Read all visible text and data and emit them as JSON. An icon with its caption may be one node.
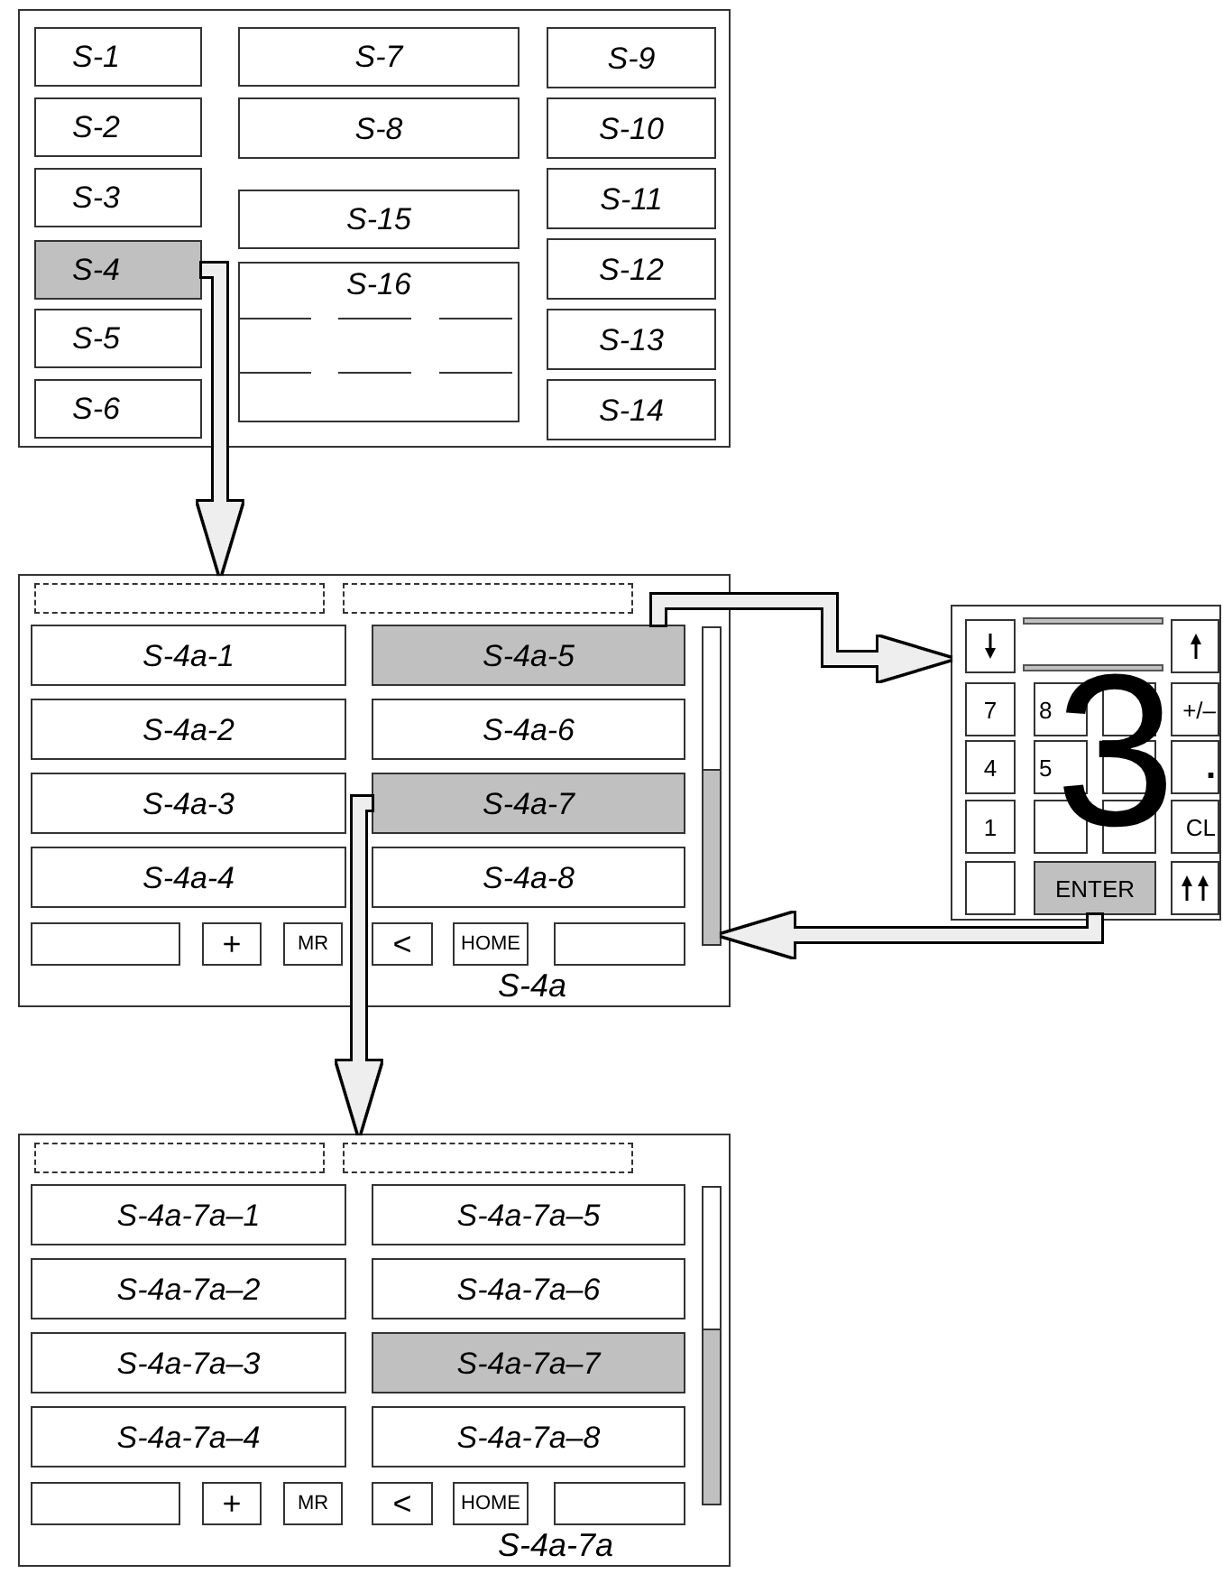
{
  "diagram": {
    "nodes": [
      {
        "text": [],
        "shape": "box"
      },
      {
        "text": [
          "S-1"
        ],
        "in": 0
      },
      {
        "text": [
          "S-2"
        ],
        "in": 0
      },
      {
        "text": [
          "S-3"
        ],
        "in": 0
      },
      {
        "text": [
          "S-4"
        ],
        "in": 0
      },
      {
        "text": [
          "S-5"
        ],
        "in": 0
      },
      {
        "text": [
          "S-6"
        ],
        "in": 0
      },
      {
        "text": [
          "S-7"
        ],
        "in": 0
      },
      {
        "text": [
          "S-8"
        ],
        "in": 0
      },
      {
        "text": [
          "S-15"
        ],
        "in": 0
      },
      {
        "text": [
          "S-16"
        ],
        "in": 0
      },
      {
        "text": [
          "S-9"
        ],
        "in": 0
      },
      {
        "text": [
          "S-10"
        ],
        "in": 0
      },
      {
        "text": [
          "S-11"
        ],
        "in": 0
      },
      {
        "text": [
          "S-12"
        ],
        "in": 0
      },
      {
        "text": [
          "S-13"
        ],
        "in": 0
      },
      {
        "text": [
          "S-14"
        ],
        "in": 0
      },
      {
        "text": [
          "S-4a"
        ]
      },
      {
        "text": [],
        "shape": "box",
        "in": 17
      },
      {
        "text": [],
        "shape": "box",
        "in": 17
      },
      {
        "text": [
          "S-4a-1"
        ],
        "in": 17
      },
      {
        "text": [
          "S-4a-2"
        ],
        "in": 17
      },
      {
        "text": [
          "S-4a-3"
        ],
        "in": 17
      },
      {
        "text": [
          "S-4a-4"
        ],
        "in": 17
      },
      {
        "text": [
          "S-4a-5"
        ],
        "in": 17
      },
      {
        "text": [
          "S-4a-6"
        ],
        "in": 17
      },
      {
        "text": [
          "S-4a-7"
        ],
        "in": 17
      },
      {
        "text": [
          "S-4a-8"
        ],
        "in": 17
      },
      {
        "text": [],
        "shape": "box",
        "in": 17
      },
      {
        "text": [
          "+"
        ],
        "in": 17
      },
      {
        "text": [
          "MR"
        ],
        "in": 17
      },
      {
        "text": [
          "<"
        ],
        "in": 17
      },
      {
        "text": [
          "HOME"
        ],
        "in": 17
      },
      {
        "text": [],
        "shape": "box",
        "in": 17
      },
      {
        "text": [],
        "shape": "bar",
        "in": 17
      },
      {
        "text": [],
        "shape": "box"
      },
      {
        "text": [],
        "shape": "box",
        "in": 35
      },
      {
        "text": [],
        "shape": "box",
        "in": 35
      },
      {
        "text": [
          "7"
        ],
        "in": 35
      },
      {
        "text": [
          "8"
        ],
        "in": 35
      },
      {
        "text": [],
        "shape": "box",
        "in": 35
      },
      {
        "text": [
          "+/–"
        ],
        "in": 35
      },
      {
        "text": [
          "4"
        ],
        "in": 35
      },
      {
        "text": [
          "5"
        ],
        "in": 35
      },
      {
        "text": [],
        "shape": "box",
        "in": 35
      },
      {
        "text": [
          "."
        ],
        "in": 35
      },
      {
        "text": [
          "1"
        ],
        "in": 35
      },
      {
        "text": [],
        "shape": "box",
        "in": 35
      },
      {
        "text": [],
        "shape": "box",
        "in": 35
      },
      {
        "text": [
          "CL"
        ],
        "in": 35
      },
      {
        "text": [],
        "shape": "box",
        "in": 35
      },
      {
        "text": [
          "ENTER"
        ],
        "in": 35
      },
      {
        "text": [],
        "shape": "box",
        "in": 35
      },
      {
        "text": [
          "S-4a-7a"
        ]
      },
      {
        "text": [],
        "shape": "box",
        "in": 53
      },
      {
        "text": [],
        "shape": "box",
        "in": 53
      },
      {
        "text": [
          "S-4a-7a–1"
        ],
        "in": 53
      },
      {
        "text": [
          "S-4a-7a–2"
        ],
        "in": 53
      },
      {
        "text": [
          "S-4a-7a–3"
        ],
        "in": 53
      },
      {
        "text": [
          "S-4a-7a–4"
        ],
        "in": 53
      },
      {
        "text": [
          "S-4a-7a–5"
        ],
        "in": 53
      },
      {
        "text": [
          "S-4a-7a–6"
        ],
        "in": 53
      },
      {
        "text": [
          "S-4a-7a–7"
        ],
        "in": 53
      },
      {
        "text": [
          "S-4a-7a–8"
        ],
        "in": 53
      },
      {
        "text": [],
        "shape": "box",
        "in": 53
      },
      {
        "text": [
          "+"
        ],
        "in": 53
      },
      {
        "text": [
          "MR"
        ],
        "in": 53
      },
      {
        "text": [
          "<"
        ],
        "in": 53
      },
      {
        "text": [
          "HOME"
        ],
        "in": 53
      },
      {
        "text": [],
        "shape": "box",
        "in": 53
      },
      {
        "text": [],
        "shape": "bar",
        "in": 53
      }
    ],
    "edges": [
      {
        "from": 4,
        "to": 17,
        "arrow": "to"
      },
      {
        "from": 24,
        "to": 35,
        "arrow": "to"
      },
      {
        "from": 51,
        "to": 34,
        "arrow": "to"
      },
      {
        "from": 26,
        "to": 53,
        "arrow": "to"
      }
    ],
    "labels": [
      "3"
    ]
  }
}
